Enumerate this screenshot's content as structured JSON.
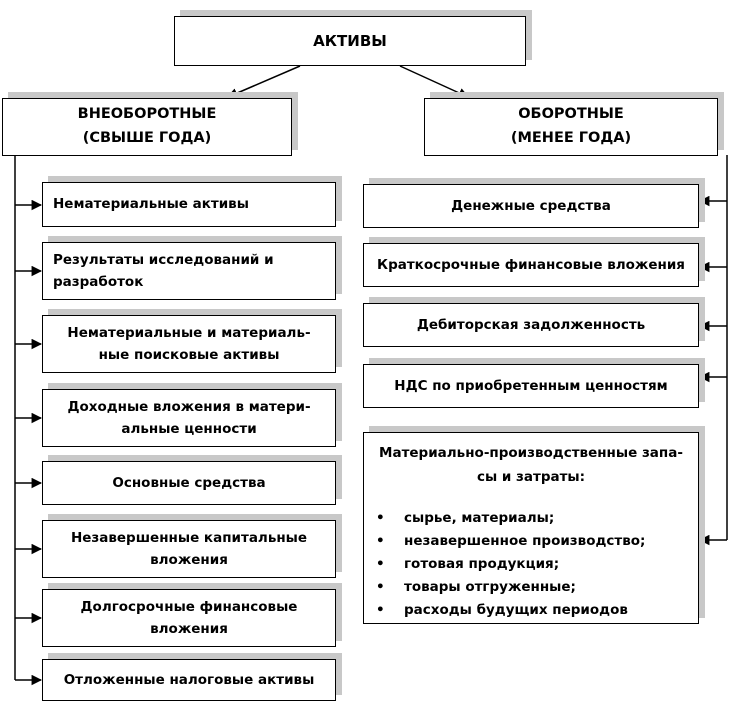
{
  "root": "АКТИВЫ",
  "noncurrent": {
    "line1": "ВНЕОБОРОТНЫЕ",
    "line2": "(СВЫШЕ ГОДА)"
  },
  "current": {
    "line1": "ОБОРОТНЫЕ",
    "line2": "(МЕНЕЕ ГОДА)"
  },
  "noncurrent_items": [
    {
      "lines": [
        "Нематериальные активы"
      ]
    },
    {
      "lines": [
        "Результаты исследований и",
        "разработок"
      ]
    },
    {
      "lines": [
        "Нематериальные и материаль-",
        "ные поисковые активы"
      ]
    },
    {
      "lines": [
        "Доходные вложения в матери-",
        "альные ценности"
      ]
    },
    {
      "lines": [
        "Основные средства"
      ]
    },
    {
      "lines": [
        "Незавершенные капитальные",
        "вложения"
      ]
    },
    {
      "lines": [
        "Долгосрочные финансовые",
        "вложения"
      ]
    },
    {
      "lines": [
        "Отложенные налоговые активы"
      ]
    }
  ],
  "current_items": [
    {
      "lines": [
        "Денежные средства"
      ]
    },
    {
      "lines": [
        "Краткосрочные финансовые вложения"
      ]
    },
    {
      "lines": [
        "Дебиторская задолженность"
      ]
    },
    {
      "lines": [
        "НДС по приобретенным ценностям"
      ]
    }
  ],
  "inventory": {
    "title_lines": [
      "Материально-производственные запа-",
      "сы и затраты:"
    ],
    "bullets": [
      "сырье, материалы;",
      "незавершенное производство;",
      "готовая продукция;",
      "товары отгруженные;",
      "расходы будущих периодов"
    ]
  }
}
